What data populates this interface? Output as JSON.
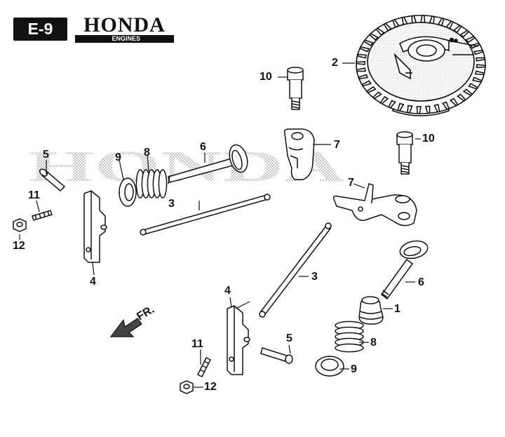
{
  "header": {
    "section_code": "E-9",
    "brand": "HONDA",
    "brand_sub": "ENGINES"
  },
  "direction_label": "FR.",
  "callouts": {
    "c1": "1",
    "c2": "2",
    "c3a": "3",
    "c3b": "3",
    "c4a": "4",
    "c4b": "4",
    "c5a": "5",
    "c5b": "5",
    "c6a": "6",
    "c6b": "6",
    "c7a": "7",
    "c7b": "7",
    "c8a": "8",
    "c8b": "8",
    "c9a": "9",
    "c9b": "9",
    "c10a": "10",
    "c10b": "10",
    "c11a": "11",
    "c11b": "11",
    "c12a": "12",
    "c12b": "12"
  },
  "colors": {
    "ink": "#111111",
    "watermark": "#9a9a9a",
    "paper": "#ffffff"
  }
}
